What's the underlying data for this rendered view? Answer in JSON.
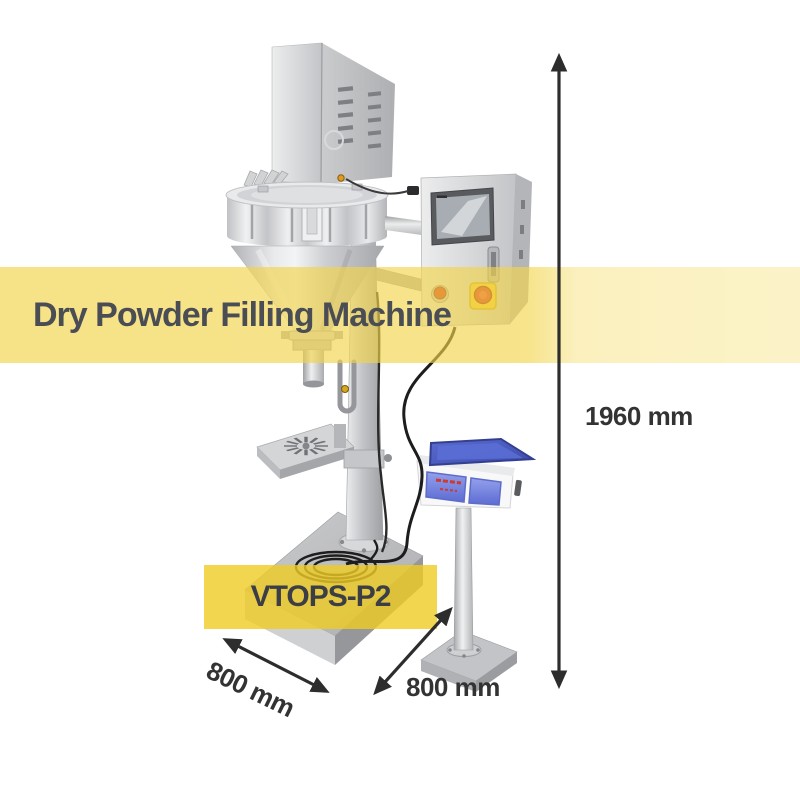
{
  "page": {
    "background": "#FFFFFF"
  },
  "banner": {
    "title": "Dry Powder Filling Machine",
    "text_color": "#4A4D54",
    "overlay_color": "#F2D449"
  },
  "model_badge": {
    "text": "VTOPS-P2",
    "text_color": "#3C3E46",
    "bg_color": "#EFCC23"
  },
  "dimensions": {
    "height": {
      "label": "1960 mm"
    },
    "base_depth": {
      "label": "800 mm"
    },
    "stand_width": {
      "label": "800 mm"
    },
    "arrow_color": "#2D2D2D",
    "label_color": "#333333"
  },
  "machine_colors": {
    "stainless_light": "#E9EAEC",
    "stainless_mid": "#C6C7CA",
    "stainless_dark": "#9FA0A3",
    "scale_platform_blue": "#4D5EC6",
    "scale_panel_blue": "#7B8BE4",
    "estop_plate_yellow": "#F2CF3A",
    "estop_button_red": "#D62B1E",
    "cable_black": "#1D1D1F"
  }
}
